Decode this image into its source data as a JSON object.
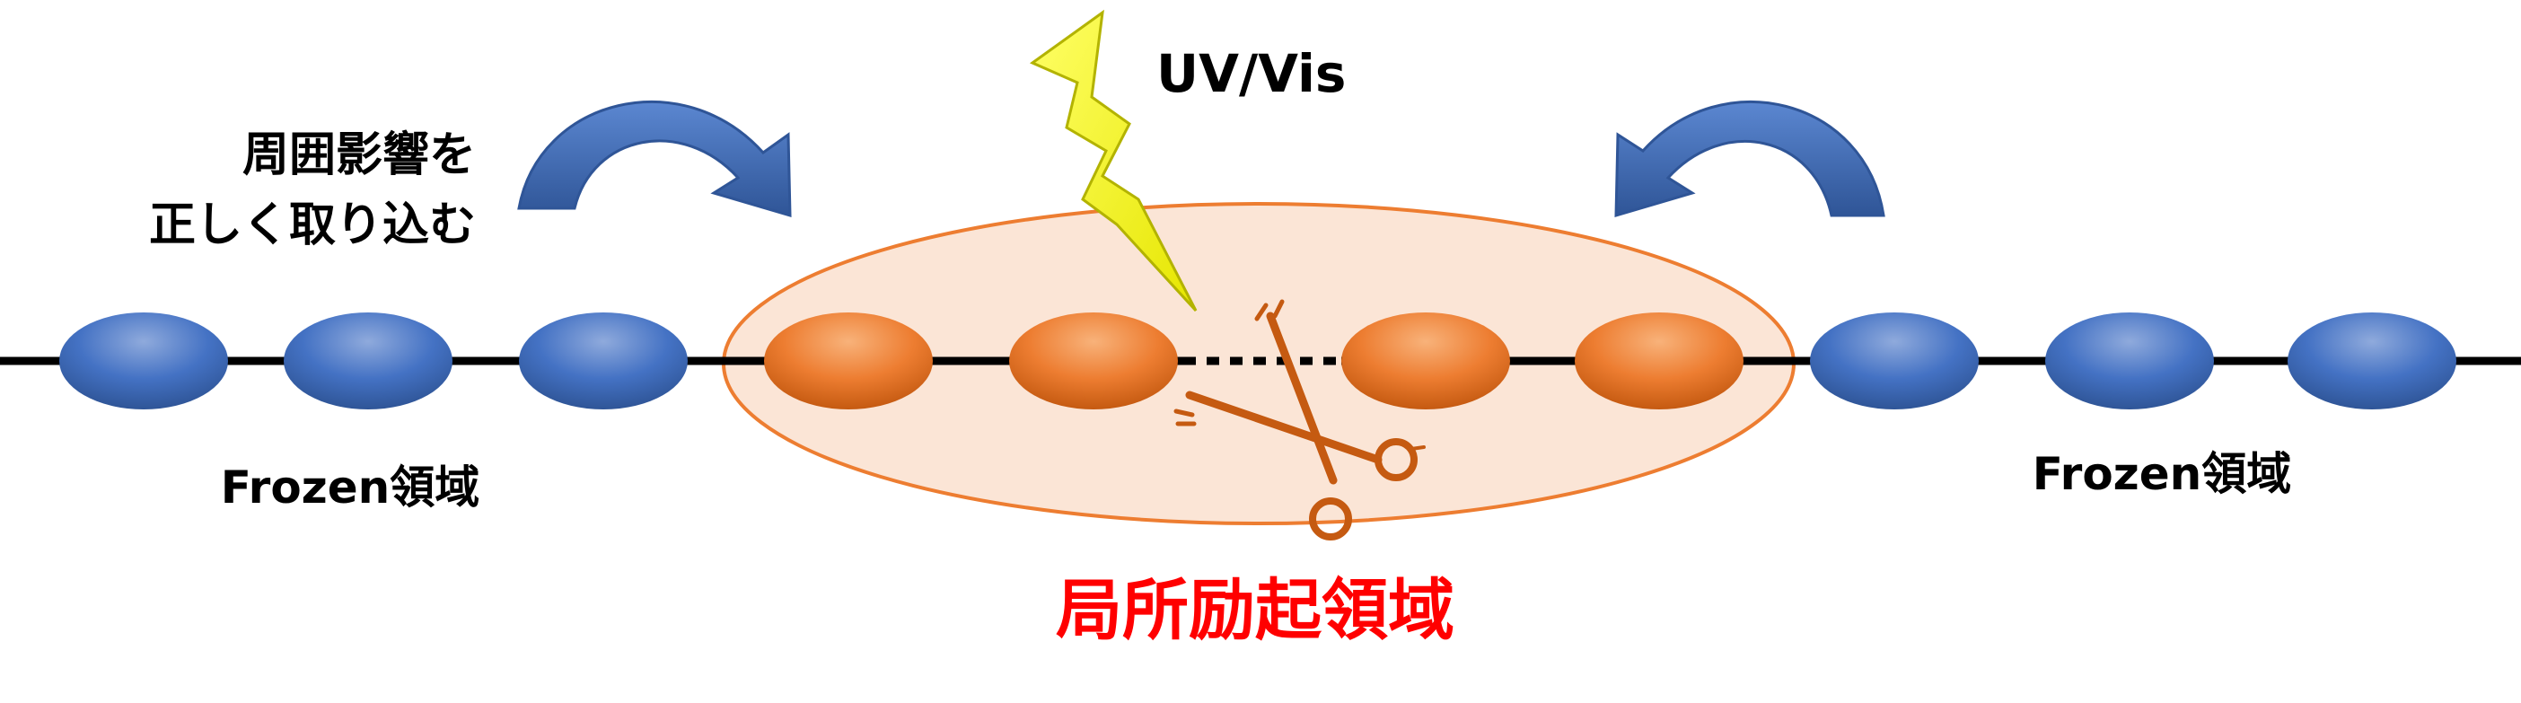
{
  "labels": {
    "light_source": "UV/Vis",
    "environment_note_line1": "周囲影響を",
    "environment_note_line2": "正しく取り込む",
    "frozen_left": "Frozen領域",
    "frozen_right": "Frozen領域",
    "local_region": "局所励起領域"
  },
  "colors": {
    "frozen_bead": "#4472C4",
    "excited_bead": "#ED7D31",
    "region_fill": "#FBE5D6",
    "region_stroke": "#ED7D31",
    "arrow": "#4472C4",
    "lightning": "#FFFF00",
    "scissors": "#C55A11",
    "highlight_text": "#FF0000",
    "text": "#000000",
    "chain": "#000000"
  },
  "icons": {
    "light_source": "lightning-bolt-icon",
    "cut_bond": "scissors-icon"
  },
  "chain": {
    "frozen_left_count": 3,
    "excited_count": 4,
    "frozen_right_count": 3,
    "cut_position": "between excited bead 2 and 3"
  }
}
